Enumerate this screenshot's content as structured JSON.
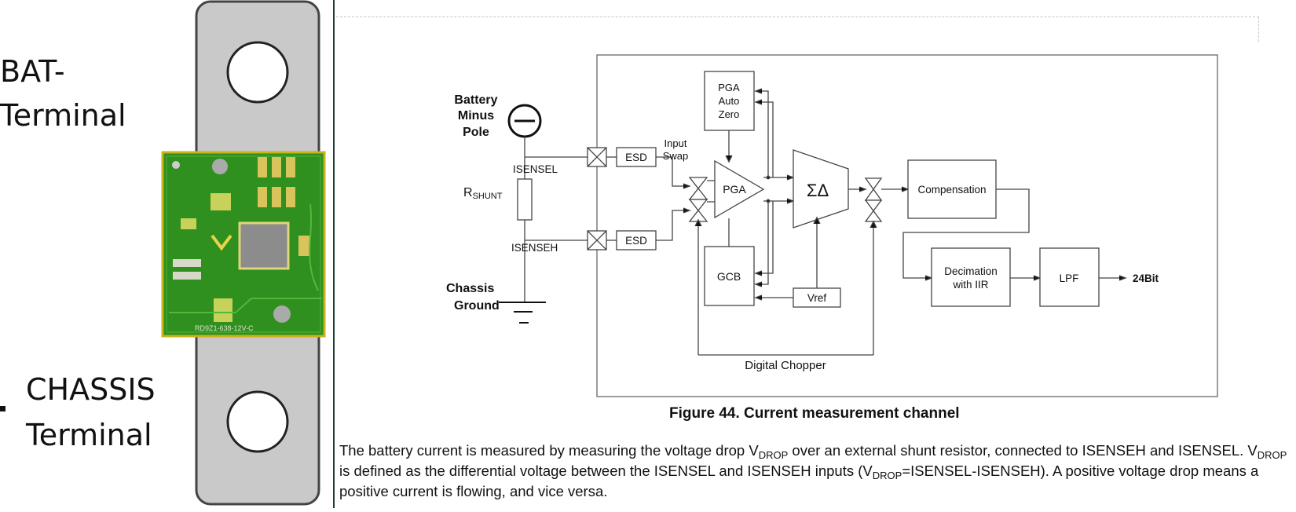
{
  "left_panel": {
    "top_label_line1": "BAT-",
    "top_label_line2": "Terminal",
    "bottom_label_line1": "CHASSIS",
    "bottom_label_line2": "Terminal",
    "pcb_silkscreen": "RD9Z1-638-12V-C"
  },
  "diagram": {
    "battery_label_line1": "Battery",
    "battery_label_line2": "Minus",
    "battery_label_line3": "Pole",
    "rshunt_main": "R",
    "rshunt_sub": "SHUNT",
    "isensel": "ISENSEL",
    "isenseh": "ISENSEH",
    "chassis_line1": "Chassis",
    "chassis_line2": "Ground",
    "esd_top": "ESD",
    "esd_bottom": "ESD",
    "input_swap_line1": "Input",
    "input_swap_line2": "Swap",
    "pga_auto_zero_line1": "PGA",
    "pga_auto_zero_line2": "Auto",
    "pga_auto_zero_line3": "Zero",
    "pga": "PGA",
    "gcb": "GCB",
    "sigma_delta": "ΣΔ",
    "vref": "Vref",
    "compensation": "Compensation",
    "decimation_line1": "Decimation",
    "decimation_line2": "with IIR",
    "lpf": "LPF",
    "output": "24Bit",
    "digital_chopper": "Digital Chopper"
  },
  "caption": "Figure 44. Current measurement channel",
  "paragraph": {
    "p1": "The battery current is measured by measuring the voltage drop V",
    "s1": "DROP",
    "p2": " over an external shunt resistor, connected to ISENSEH and ISENSEL. V",
    "s2": "DROP",
    "p3": " is defined as the differential voltage between the ISENSEL and ISENSEH inputs (V",
    "s3": "DROP",
    "p4": "=ISENSEL-ISENSEH). A positive voltage drop means a positive current is flowing, and vice versa."
  }
}
